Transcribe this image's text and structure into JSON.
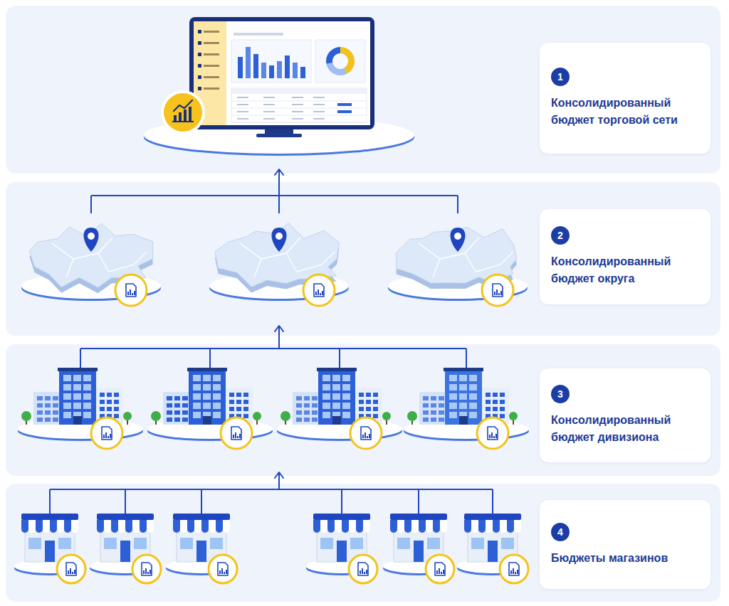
{
  "diagram": {
    "nodes": [
      {
        "text": [
          "Консолидированный бюджет торговой сети"
        ]
      },
      {
        "text": [
          "1"
        ],
        "in": 0
      },
      {
        "text": [
          "Консолидированный бюджет округа"
        ]
      },
      {
        "text": [
          "2"
        ],
        "in": 2
      },
      {
        "text": [
          "Консолидированный бюджет дивизиона"
        ]
      },
      {
        "text": [
          "3"
        ],
        "in": 4
      },
      {
        "text": [
          "Бюджеты магазинов"
        ]
      },
      {
        "text": [
          "4"
        ],
        "in": 6
      }
    ]
  }
}
